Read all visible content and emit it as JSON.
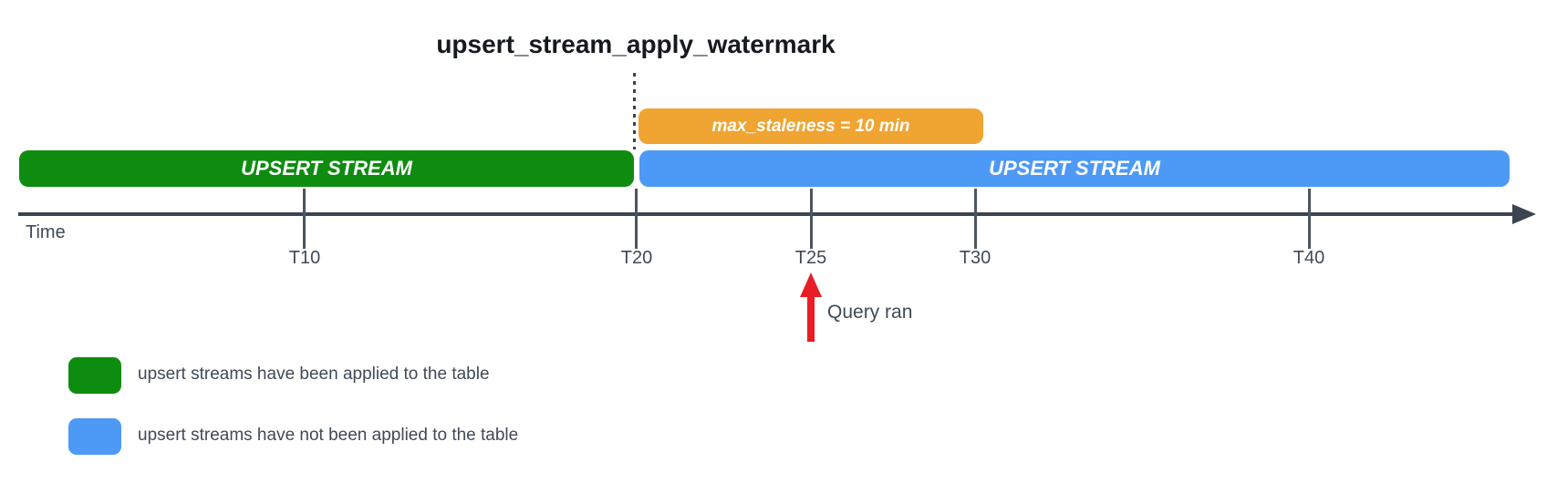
{
  "title": "upsert_stream_apply_watermark",
  "colors": {
    "green": "#0e8c10",
    "blue": "#4d99f6",
    "orange": "#f0a431",
    "red": "#e91e25",
    "axis": "#3b4450",
    "text": "#3f4a56"
  },
  "bars": {
    "staleness_label": "max_staleness = 10 min",
    "applied_label": "UPSERT STREAM",
    "pending_label": "UPSERT STREAM"
  },
  "timeline": {
    "axis_label": "Time",
    "ticks": [
      {
        "label": "T10"
      },
      {
        "label": "T20"
      },
      {
        "label": "T25"
      },
      {
        "label": "T30"
      },
      {
        "label": "T40"
      }
    ]
  },
  "annotation": {
    "query_label": "Query ran"
  },
  "legend": [
    {
      "label": "upsert streams have been applied to the table",
      "color": "#0e8c10"
    },
    {
      "label": "upsert streams have not been applied to the table",
      "color": "#4d99f6"
    }
  ]
}
